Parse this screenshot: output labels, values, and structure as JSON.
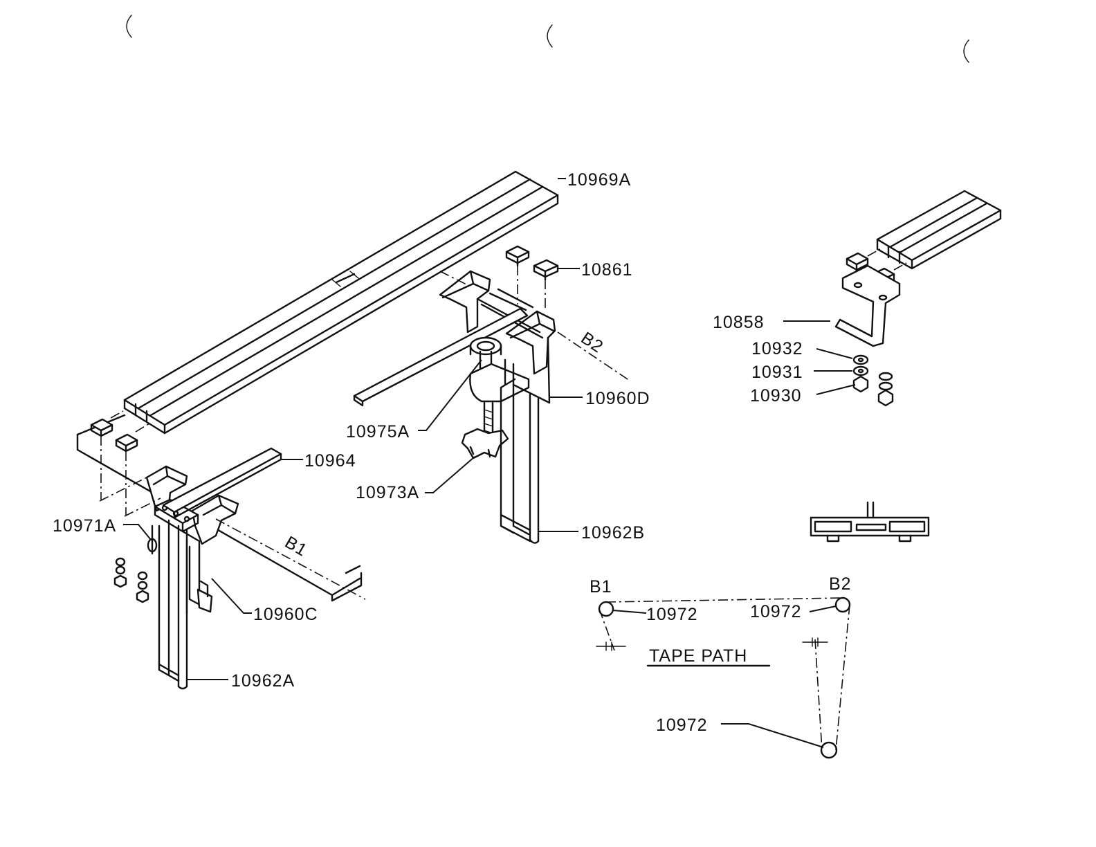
{
  "labels": {
    "p10969A": "10969A",
    "p10861": "10861",
    "b2_axis": "B2",
    "p10960D": "10960D",
    "p10975A": "10975A",
    "p10973A": "10973A",
    "p10962B": "10962B",
    "p10964": "10964",
    "p10971A": "10971A",
    "b1_axis": "B1",
    "p10960C": "10960C",
    "p10962A": "10962A",
    "p10858": "10858",
    "p10932": "10932",
    "p10931": "10931",
    "p10930": "10930",
    "tp_b1": "B1",
    "tp_b2": "B2",
    "tp_10972_left": "10972",
    "tp_10972_right": "10972",
    "tp_10972_bottom": "10972",
    "tape_path_title": "TAPE PATH"
  }
}
